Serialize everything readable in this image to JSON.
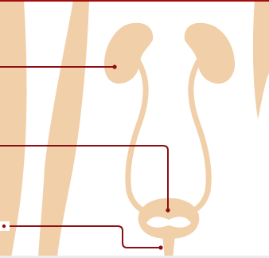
{
  "diagram": {
    "subject": "urinary-system",
    "colors": {
      "organ": "#f0cfa9",
      "leader": "#8c0f14",
      "top_border": "#a50d0d",
      "bottom_band": "#ececec",
      "background": "#ffffff"
    },
    "parts": [
      {
        "id": "kidneys"
      },
      {
        "id": "ureters"
      },
      {
        "id": "bladder"
      },
      {
        "id": "urethra"
      }
    ],
    "leaders": [
      {
        "target": "kidneys"
      },
      {
        "target": "ureters-bladder"
      },
      {
        "target": "urethra"
      }
    ]
  }
}
